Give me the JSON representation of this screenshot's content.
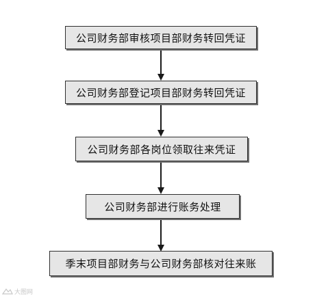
{
  "steps": [
    "公司财务部审核项目部财务转回凭证",
    "公司财务部登记项目部财务转回凭证",
    "公司财务部各岗位领取往来凭证",
    "公司财务部进行账务处理",
    "季末项目部财务与公司财务部核对往来账"
  ],
  "watermark": {
    "text": "大图网"
  }
}
